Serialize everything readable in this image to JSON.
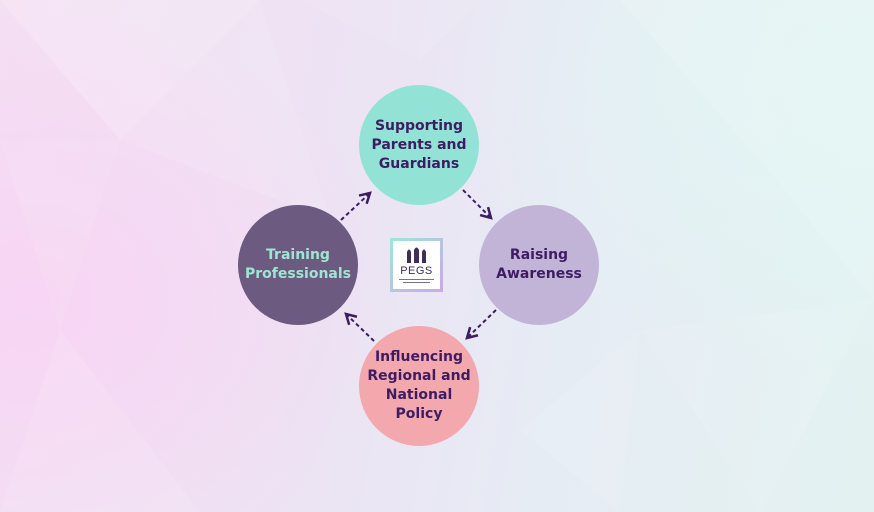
{
  "colors": {
    "supporting_fill": "#92e3d5",
    "supporting_text": "#3e1c64",
    "awareness_fill": "#c2b4d6",
    "awareness_text": "#3e1c64",
    "policy_fill": "#f2a8ac",
    "policy_text": "#3e1c64",
    "training_fill": "#6c5a80",
    "training_text": "#9ee6d0",
    "arrow": "#3e1c64"
  },
  "cycle": {
    "top": {
      "lines": [
        "Supporting",
        "Parents and",
        "Guardians"
      ]
    },
    "right": {
      "lines": [
        "Raising",
        "Awareness"
      ]
    },
    "bottom": {
      "lines": [
        "Influencing",
        "Regional and",
        "National",
        "Policy"
      ]
    },
    "left": {
      "lines": [
        "Training",
        "Professionals"
      ]
    }
  },
  "logo": {
    "name": "PEGS",
    "icon": "three-figures-logo-icon"
  }
}
